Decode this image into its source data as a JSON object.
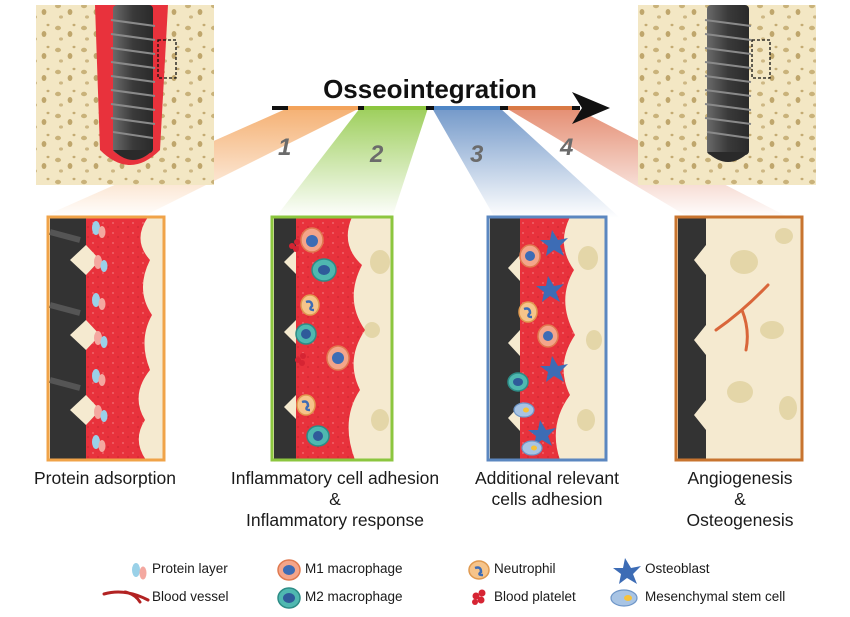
{
  "title": "Osseointegration",
  "timeline": {
    "steps": [
      "1",
      "2",
      "3",
      "4"
    ],
    "colors": [
      "#f3a35b",
      "#8cc63f",
      "#4f86c6",
      "#d97a45"
    ]
  },
  "colors": {
    "blood": "#e8323c",
    "bone": "#f5eacb",
    "implant": "#3f3f3f",
    "frame_orange": "#f0a348",
    "frame_green": "#8cc63f",
    "frame_blue": "#5b87c0",
    "frame_brown": "#c8742f"
  },
  "panels": [
    {
      "caption_lines": [
        "Protein adsorption"
      ]
    },
    {
      "caption_lines": [
        "Inflammatory cell adhesion",
        "&",
        "Inflammatory response"
      ]
    },
    {
      "caption_lines": [
        "Additional relevant",
        "cells adhesion"
      ]
    },
    {
      "caption_lines": [
        "Angiogenesis",
        "&",
        "Osteogenesis"
      ]
    }
  ],
  "legend": [
    {
      "icon": "protein-layer-icon",
      "label": "Protein layer"
    },
    {
      "icon": "m1-macrophage-icon",
      "label": "M1 macrophage"
    },
    {
      "icon": "neutrophil-icon",
      "label": "Neutrophil"
    },
    {
      "icon": "osteoblast-icon",
      "label": "Osteoblast"
    },
    {
      "icon": "blood-vessel-icon",
      "label": "Blood vessel"
    },
    {
      "icon": "m2-macrophage-icon",
      "label": "M2 macrophage"
    },
    {
      "icon": "blood-platelet-icon",
      "label": "Blood platelet"
    },
    {
      "icon": "mesenchymal-stem-cell-icon",
      "label": "Mesenchymal stem cell"
    }
  ]
}
